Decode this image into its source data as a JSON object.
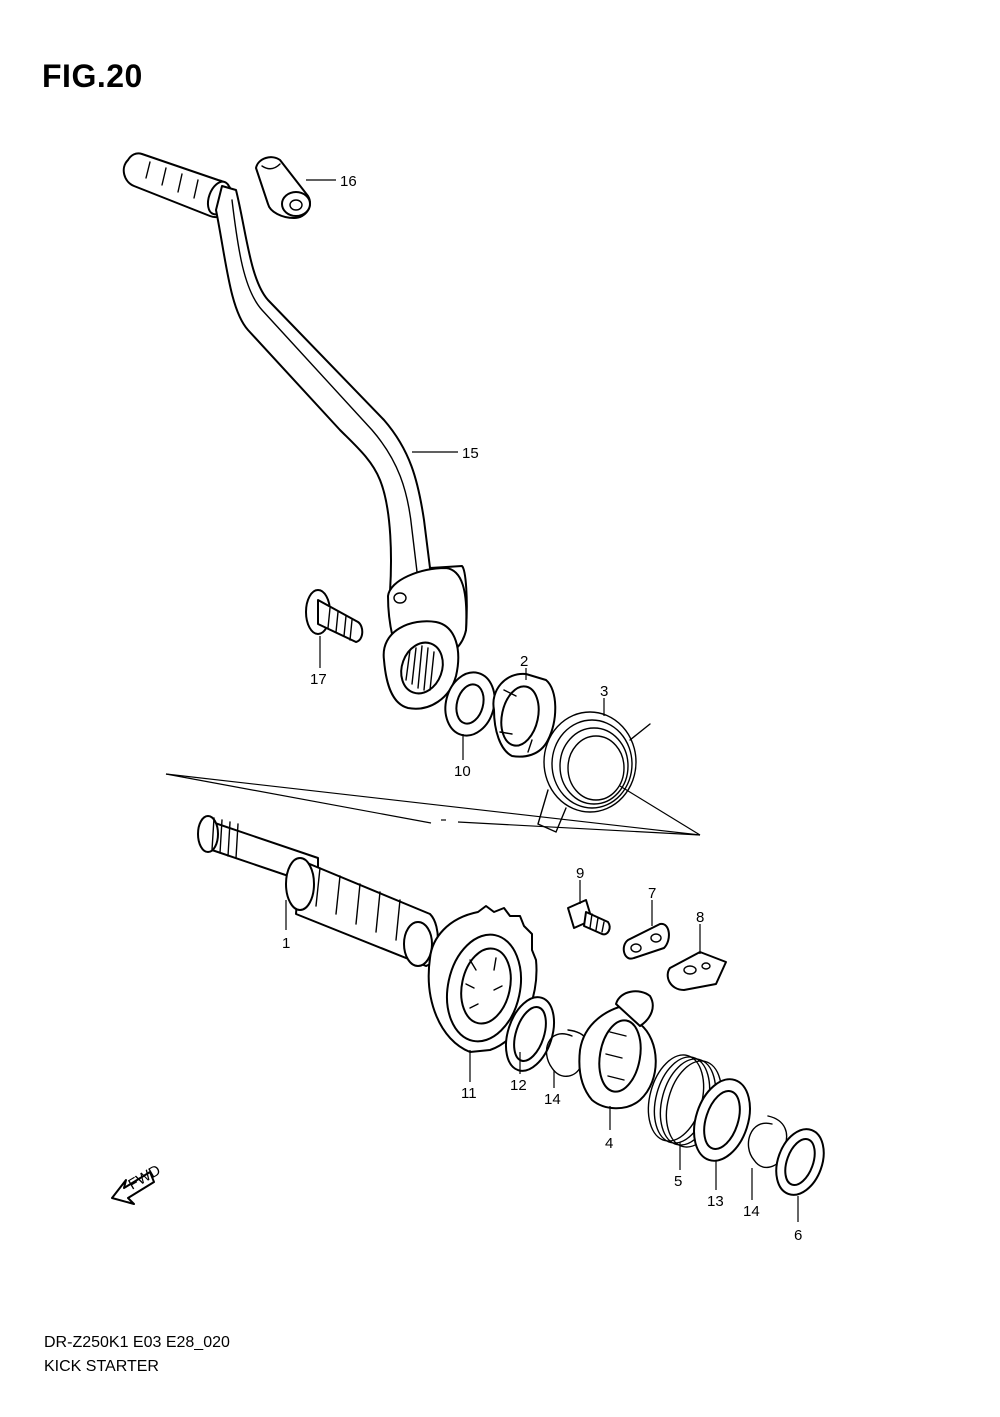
{
  "figure": {
    "title": "FIG.20",
    "model_code": "DR-Z250K1  E03  E28_020",
    "section_name": "KICK STARTER"
  },
  "fwd_arrow": {
    "label": "FWD",
    "icon": "fwd-direction-arrow-icon"
  },
  "callouts": [
    {
      "id": "1",
      "number": "1",
      "part": "kick-starter-shaft"
    },
    {
      "id": "2",
      "number": "2",
      "part": "kick-starter-guide"
    },
    {
      "id": "3",
      "number": "3",
      "part": "kick-starter-return-spring"
    },
    {
      "id": "4",
      "number": "4",
      "part": "kick-starter"
    },
    {
      "id": "5",
      "number": "5",
      "part": "kick-starter-spring"
    },
    {
      "id": "6",
      "number": "6",
      "part": "washer-outer"
    },
    {
      "id": "7",
      "number": "7",
      "part": "kick-stopper-plate"
    },
    {
      "id": "8",
      "number": "8",
      "part": "kick-guide-plate"
    },
    {
      "id": "9",
      "number": "9",
      "part": "bolt"
    },
    {
      "id": "10",
      "number": "10",
      "part": "oil-seal"
    },
    {
      "id": "11",
      "number": "11",
      "part": "kick-starter-driven-gear"
    },
    {
      "id": "12",
      "number": "12",
      "part": "washer"
    },
    {
      "id": "13",
      "number": "13",
      "part": "washer-spring"
    },
    {
      "id": "14a",
      "number": "14",
      "part": "circlip-inner"
    },
    {
      "id": "14b",
      "number": "14",
      "part": "circlip-outer"
    },
    {
      "id": "15",
      "number": "15",
      "part": "kick-starter-lever"
    },
    {
      "id": "16",
      "number": "16",
      "part": "lever-boot"
    },
    {
      "id": "17",
      "number": "17",
      "part": "lever-bolt"
    }
  ]
}
